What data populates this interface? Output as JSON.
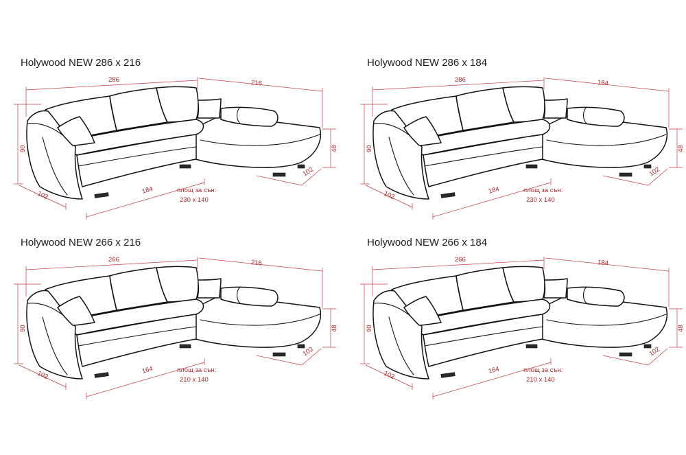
{
  "diagrams": [
    {
      "title": "Holywood NEW 286 x 216",
      "width": "286",
      "depth": "216",
      "height": "90",
      "seat_height": "48",
      "arm_depth": "102",
      "chaise_depth": "102",
      "seat_length": "184",
      "sleep_label": "площ за сън:",
      "sleep_size": "230 x 140"
    },
    {
      "title": "Holywood NEW 286 x 184",
      "width": "286",
      "depth": "184",
      "height": "90",
      "seat_height": "48",
      "arm_depth": "102",
      "chaise_depth": "102",
      "seat_length": "184",
      "sleep_label": "площ за сън:",
      "sleep_size": "230 x 140"
    },
    {
      "title": "Holywood NEW 266 x 216",
      "width": "266",
      "depth": "216",
      "height": "90",
      "seat_height": "48",
      "arm_depth": "102",
      "chaise_depth": "102",
      "seat_length": "164",
      "sleep_label": "площ за сън:",
      "sleep_size": "210 x 140"
    },
    {
      "title": "Holywood NEW 266 x 184",
      "width": "266",
      "depth": "184",
      "height": "90",
      "seat_height": "48",
      "arm_depth": "102",
      "chaise_depth": "102",
      "seat_length": "164",
      "sleep_label": "площ за сън:",
      "sleep_size": "210 x 140"
    }
  ],
  "colors": {
    "dimension": "#b0282e",
    "outline": "#111111",
    "title": "#1a1a1a"
  }
}
